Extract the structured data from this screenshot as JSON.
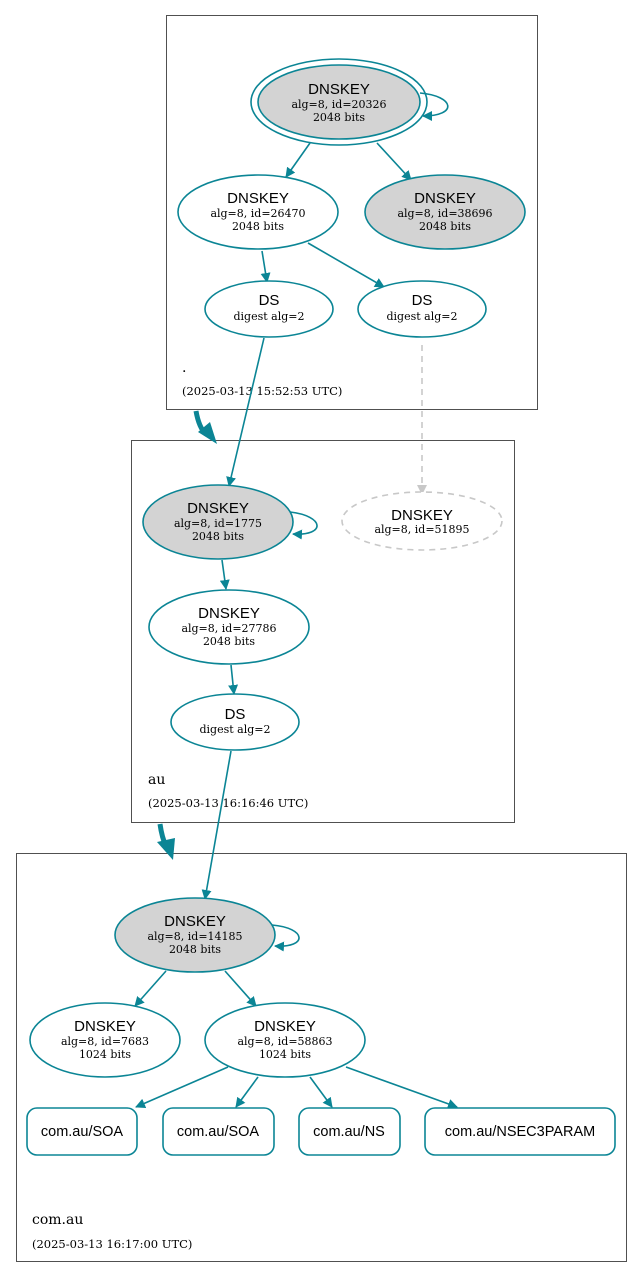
{
  "colors": {
    "edge": "#0b8595",
    "gray_fill": "#d3d3d3",
    "dashed": "#c8c8c8",
    "box": "#505050"
  },
  "zones": [
    {
      "id": "root",
      "name": ".",
      "timestamp": "(2025-03-13 15:52:53 UTC)"
    },
    {
      "id": "au",
      "name": "au",
      "timestamp": "(2025-03-13 16:16:46 UTC)"
    },
    {
      "id": "comau",
      "name": "com.au",
      "timestamp": "(2025-03-13 16:17:00 UTC)"
    }
  ],
  "nodes": {
    "root_ksk": {
      "type": "DNSKEY",
      "lines": [
        "alg=8, id=20326",
        "2048 bits"
      ]
    },
    "root_zsk1": {
      "type": "DNSKEY",
      "lines": [
        "alg=8, id=26470",
        "2048 bits"
      ]
    },
    "root_zsk2": {
      "type": "DNSKEY",
      "lines": [
        "alg=8, id=38696",
        "2048 bits"
      ]
    },
    "root_ds1": {
      "type": "DS",
      "lines": [
        "digest alg=2"
      ]
    },
    "root_ds2": {
      "type": "DS",
      "lines": [
        "digest alg=2"
      ]
    },
    "au_ksk": {
      "type": "DNSKEY",
      "lines": [
        "alg=8, id=1775",
        "2048 bits"
      ]
    },
    "au_missing": {
      "type": "DNSKEY",
      "lines": [
        "alg=8, id=51895"
      ]
    },
    "au_zsk": {
      "type": "DNSKEY",
      "lines": [
        "alg=8, id=27786",
        "2048 bits"
      ]
    },
    "au_ds": {
      "type": "DS",
      "lines": [
        "digest alg=2"
      ]
    },
    "comau_ksk": {
      "type": "DNSKEY",
      "lines": [
        "alg=8, id=14185",
        "2048 bits"
      ]
    },
    "comau_zsk1": {
      "type": "DNSKEY",
      "lines": [
        "alg=8, id=7683",
        "1024 bits"
      ]
    },
    "comau_zsk2": {
      "type": "DNSKEY",
      "lines": [
        "alg=8, id=58863",
        "1024 bits"
      ]
    }
  },
  "rrsets": [
    "com.au/SOA",
    "com.au/SOA",
    "com.au/NS",
    "com.au/NSEC3PARAM"
  ]
}
